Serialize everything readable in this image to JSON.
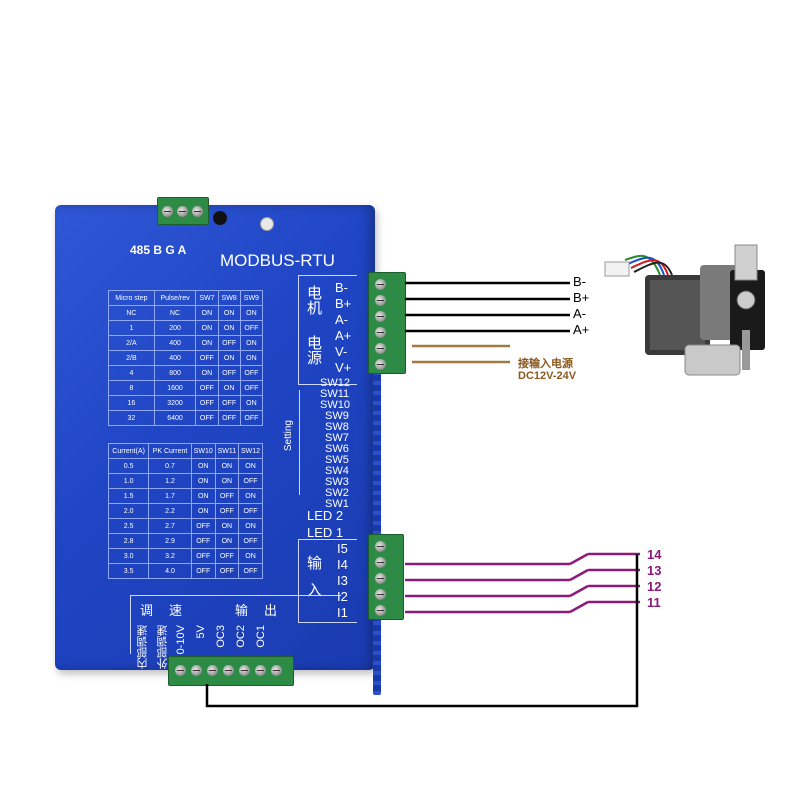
{
  "driver": {
    "top_label": "485 B G A",
    "model": "MODBUS-RTU",
    "motor_side_label": "电机",
    "power_side_label": "电源",
    "motor_terminals": [
      "B-",
      "B+",
      "A-",
      "A+"
    ],
    "power_terminals": [
      "V-",
      "V+"
    ],
    "switches": [
      "SW12",
      "SW11",
      "SW10",
      "SW9",
      "SW8",
      "SW7",
      "SW6",
      "SW5",
      "SW4",
      "SW3",
      "SW2",
      "SW1"
    ],
    "setting_label": "Setting",
    "leds": [
      "LED 2",
      "LED 1"
    ],
    "input_group_label": "输入",
    "inputs": [
      "I5",
      "I4",
      "I3",
      "I2",
      "I1"
    ],
    "speed_group_label": "调速",
    "output_group_label": "输出",
    "bottom_terminals": [
      "内部调速",
      "外部调速",
      "0-10V",
      "5V",
      "OC3",
      "OC2",
      "OC1"
    ],
    "microstep_table": {
      "headers": [
        "Micro step",
        "Pulse/rev",
        "SW7",
        "SW8",
        "SW9"
      ],
      "rows": [
        [
          "NC",
          "NC",
          "ON",
          "ON",
          "ON"
        ],
        [
          "1",
          "200",
          "ON",
          "ON",
          "OFF"
        ],
        [
          "2/A",
          "400",
          "ON",
          "OFF",
          "ON"
        ],
        [
          "2/B",
          "400",
          "OFF",
          "ON",
          "ON"
        ],
        [
          "4",
          "800",
          "ON",
          "OFF",
          "OFF"
        ],
        [
          "8",
          "1600",
          "OFF",
          "ON",
          "OFF"
        ],
        [
          "16",
          "3200",
          "OFF",
          "OFF",
          "ON"
        ],
        [
          "32",
          "6400",
          "OFF",
          "OFF",
          "OFF"
        ]
      ]
    },
    "current_table": {
      "headers": [
        "Current(A)",
        "PK Current",
        "SW10",
        "SW11",
        "SW12"
      ],
      "rows": [
        [
          "0.5",
          "0.7",
          "ON",
          "ON",
          "ON"
        ],
        [
          "1.0",
          "1.2",
          "ON",
          "ON",
          "OFF"
        ],
        [
          "1.5",
          "1.7",
          "ON",
          "OFF",
          "ON"
        ],
        [
          "2.0",
          "2.2",
          "ON",
          "OFF",
          "OFF"
        ],
        [
          "2.5",
          "2.7",
          "OFF",
          "ON",
          "ON"
        ],
        [
          "2.8",
          "2.9",
          "OFF",
          "ON",
          "OFF"
        ],
        [
          "3.0",
          "3.2",
          "OFF",
          "OFF",
          "ON"
        ],
        [
          "3.5",
          "4.0",
          "OFF",
          "OFF",
          "OFF"
        ]
      ]
    }
  },
  "wiring": {
    "motor_wires": [
      "B-",
      "B+",
      "A-",
      "A+"
    ],
    "power_note_line1": "接输入电源",
    "power_note_line2": "DC12V-24V",
    "input_pins": [
      "14",
      "13",
      "12",
      "11"
    ]
  },
  "colors": {
    "driver_blue": "#1f45c4",
    "terminal_green": "#2e8b45",
    "power_wire": "#a37a45",
    "input_wire": "#8b1a7a",
    "motor_wire": "#000000"
  }
}
